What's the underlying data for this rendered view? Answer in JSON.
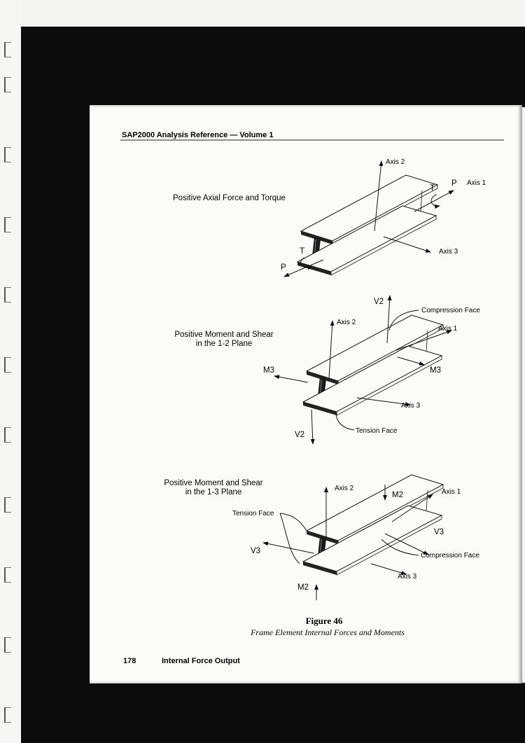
{
  "header": {
    "title": "SAP2000 Analysis Reference — Volume 1"
  },
  "diagrams": [
    {
      "title": [
        "Positive Axial Force and Torque"
      ],
      "labels": {
        "axis1": "Axis 1",
        "axis2": "Axis 2",
        "axis3": "Axis 3",
        "p": "P",
        "t": "T"
      }
    },
    {
      "title": [
        "Positive Moment and Shear",
        "in the 1-2 Plane"
      ],
      "labels": {
        "axis1": "Axis 1",
        "axis2": "Axis 2",
        "axis3": "Axis 3",
        "v2": "V2",
        "m3": "M3",
        "compression": "Compression Face",
        "tension": "Tension Face"
      }
    },
    {
      "title": [
        "Positive Moment and Shear",
        "in the 1-3 Plane"
      ],
      "labels": {
        "axis1": "Axis 1",
        "axis2": "Axis 2",
        "axis3": "Axis 3",
        "v3": "V3",
        "m2": "M2",
        "compression": "Compression Face",
        "tension": "Tension Face"
      }
    }
  ],
  "figure": {
    "number": "Figure 46",
    "caption": "Frame Element Internal Forces and Moments"
  },
  "footer": {
    "page_number": "178",
    "section": "Internal Force Output"
  }
}
